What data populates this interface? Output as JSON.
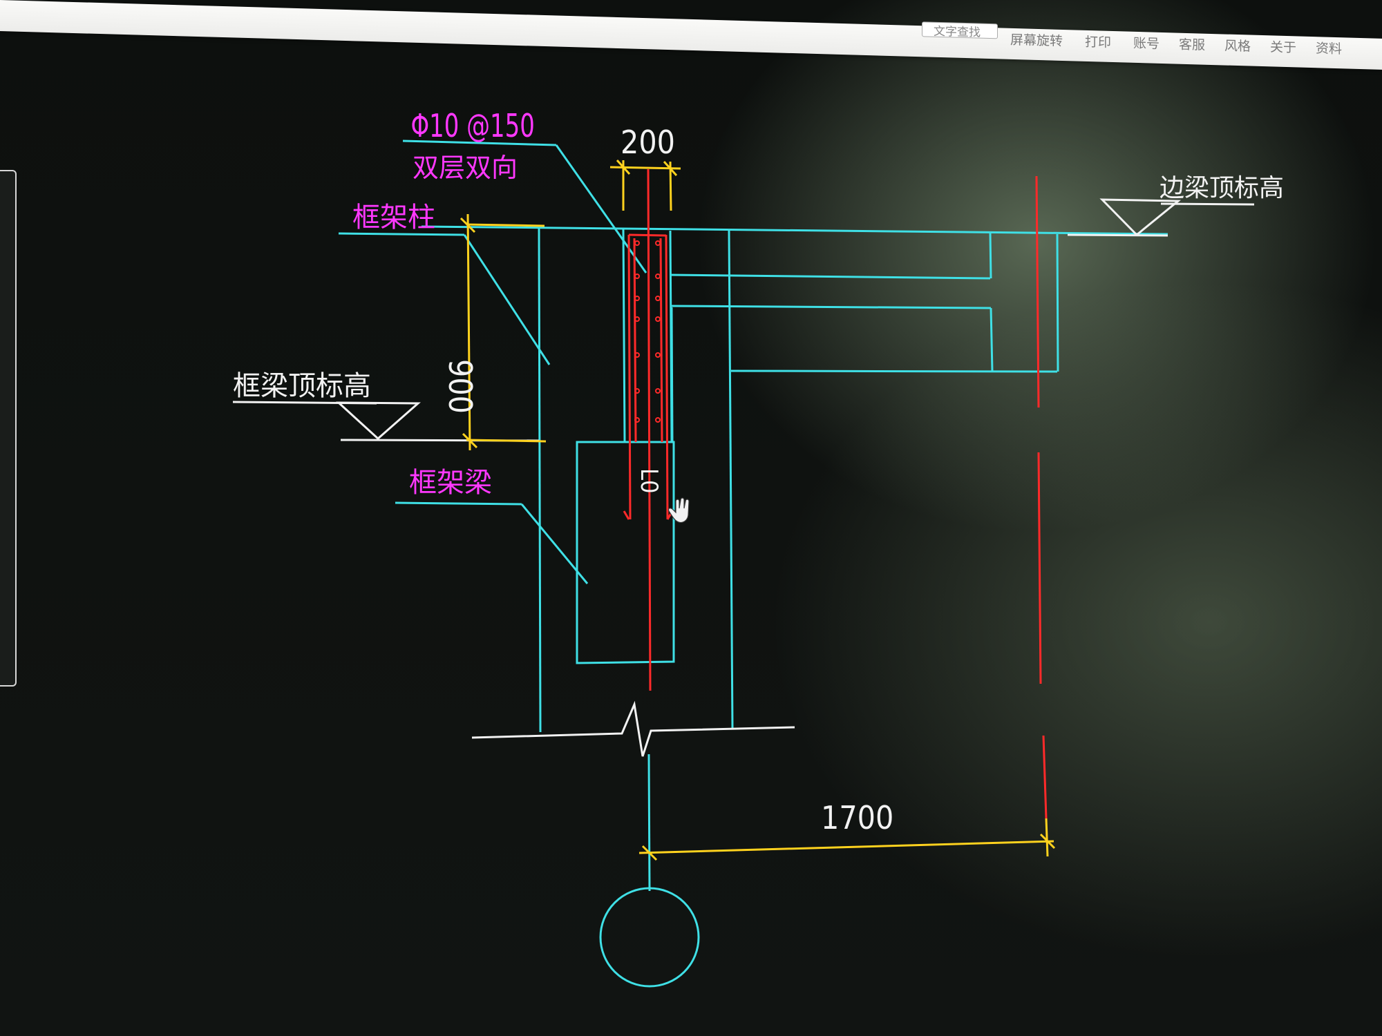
{
  "toolbar": {
    "search_label": "文字查找",
    "items": [
      {
        "label": "屏幕旋转",
        "icon": "rotate-icon"
      },
      {
        "label": "打印",
        "icon": "print-icon"
      },
      {
        "label": "账号",
        "icon": "account-icon"
      },
      {
        "label": "客服",
        "icon": "service-icon"
      },
      {
        "label": "风格",
        "icon": "style-icon"
      },
      {
        "label": "关于",
        "icon": "about-icon"
      },
      {
        "label": "资料",
        "icon": "info-icon"
      }
    ]
  },
  "drawing": {
    "rebar_spec": "Φ10 @150",
    "rebar_layer": "双层双向",
    "column_label": "框架柱",
    "beam_label": "框架梁",
    "frame_beam_top": "框梁顶标高",
    "edge_beam_top": "边梁顶标高",
    "dim_width": "200",
    "dim_height": "900",
    "dim_offset": "1700",
    "anchorage": "L0",
    "colors": {
      "cyan": "#3fe0e6",
      "magenta": "#ff38ff",
      "yellow": "#ffd21e",
      "red": "#ff2a2a",
      "white": "#f2f2f2"
    }
  }
}
